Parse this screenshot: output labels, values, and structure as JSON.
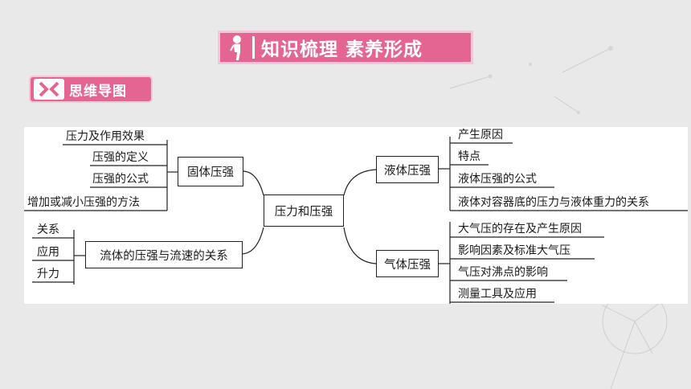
{
  "header": {
    "title": "知识梳理 素养形成"
  },
  "section": {
    "label": "思维导图"
  },
  "mindmap": {
    "center": "压力和压强",
    "solid": {
      "title": "固体压强",
      "items": [
        "压力及作用效果",
        "压强的定义",
        "压强的公式",
        "增加或减小压强的方法"
      ]
    },
    "fluid": {
      "title": "流体的压强与流速的关系",
      "items": [
        "关系",
        "应用",
        "升力"
      ]
    },
    "liquid": {
      "title": "液体压强",
      "items": [
        "产生原因",
        "特点",
        "液体压强的公式",
        "液体对容器底的压力与液体重力的关系"
      ]
    },
    "gas": {
      "title": "气体压强",
      "items": [
        "大气压的存在及产生原因",
        "影响因素及标准大气压",
        "气压对沸点的影响",
        "测量工具及应用"
      ]
    }
  },
  "colors": {
    "accent": "#e56592",
    "accent_light": "#f3c7d7",
    "background": "#e9e9e9"
  }
}
